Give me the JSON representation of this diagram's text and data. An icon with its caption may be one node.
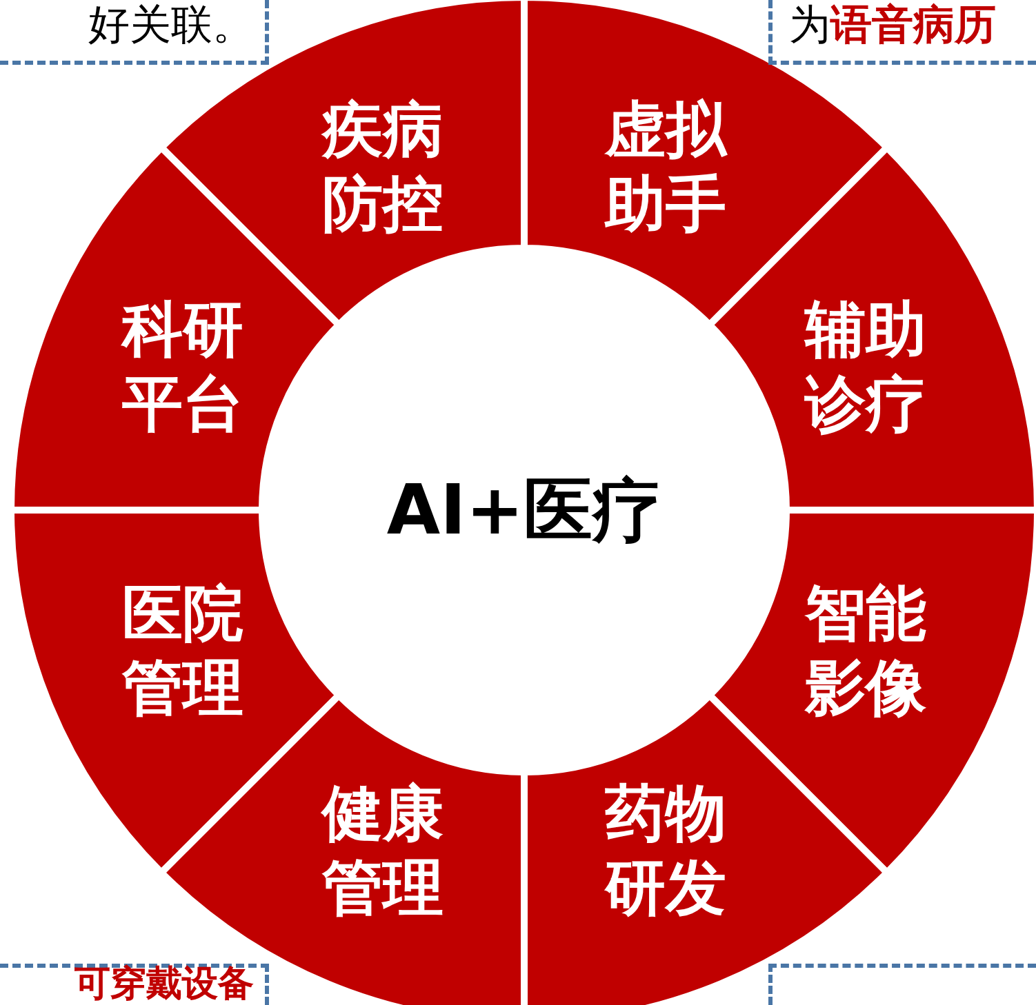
{
  "diagram": {
    "nodes": [
      {
        "text": [
          "好关联。"
        ]
      },
      {
        "text": [
          "为**语音病历**"
        ]
      },
      {
        "text": [
          "AI+医疗"
        ]
      },
      {
        "text": [
          "疾病防控"
        ]
      },
      {
        "text": [
          "虚拟助手"
        ]
      },
      {
        "text": [
          "科研平台"
        ]
      },
      {
        "text": [
          "辅助诊疗"
        ]
      },
      {
        "text": [
          "医院管理"
        ]
      },
      {
        "text": [
          "智能影像"
        ]
      },
      {
        "text": [
          "健康管理"
        ]
      },
      {
        "text": [
          "药物研发"
        ]
      },
      {
        "text": [
          "可穿戴设备"
        ]
      },
      {
        "text": [],
        "shape": "box"
      }
    ]
  }
}
